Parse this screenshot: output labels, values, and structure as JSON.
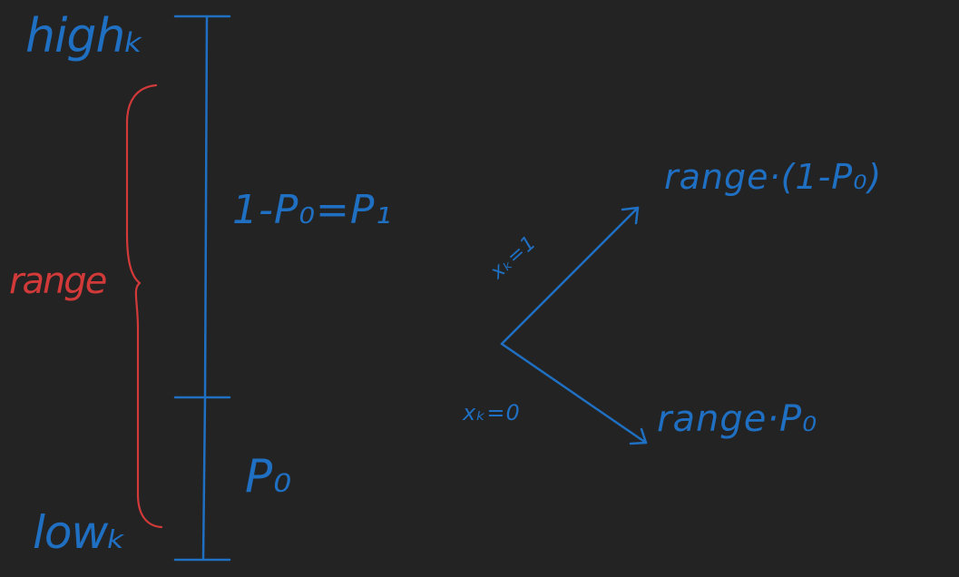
{
  "colors": {
    "background": "#232323",
    "blue": "#1f6fc2",
    "red": "#d23a3a"
  },
  "labels": {
    "high": "highₖ",
    "low": "lowₖ",
    "range": "range",
    "p1_segment": "1-P₀=P₁",
    "p0_segment": "P₀",
    "branch_upper": "xₖ=1",
    "branch_lower": "xₖ=0",
    "result_upper": "range·(1-P₀)",
    "result_lower": "range·P₀"
  }
}
